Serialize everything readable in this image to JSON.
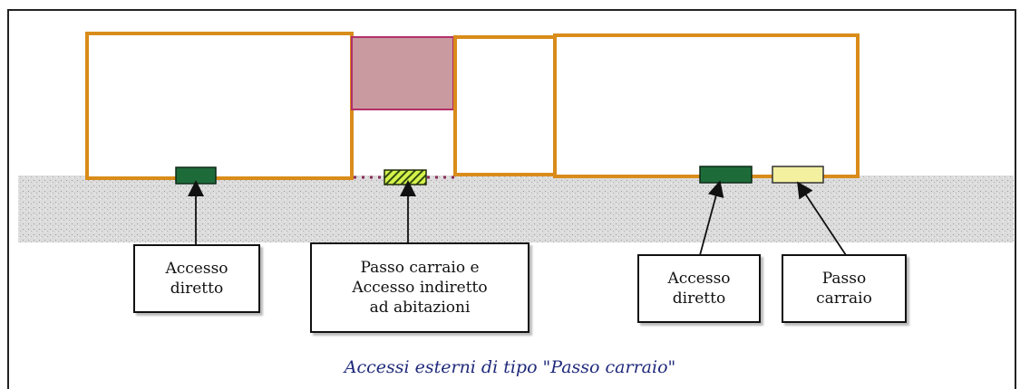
{
  "diagram": {
    "labels": {
      "access_left": "Accesso\ndiretto",
      "carriage_mixed": "Passo carraio e\nAccesso indiretto\nad abitazioni",
      "access_right": "Accesso\ndiretto",
      "carriage_right": "Passo\ncarraio"
    },
    "caption": "Accessi esterni di tipo \"Passo carraio\"",
    "colors": {
      "building_outline": "#d98c1a",
      "courtyard_fill": "#c99aa0",
      "courtyard_outline": "#b3306a",
      "direct_access": "#1e6b3a",
      "carriage": "#f3f0a0",
      "hatched": "#c8ea3a",
      "ground": "#d8d8d8",
      "dotted_line": "#8a2a5a",
      "caption_text": "#1f2a7a"
    }
  }
}
